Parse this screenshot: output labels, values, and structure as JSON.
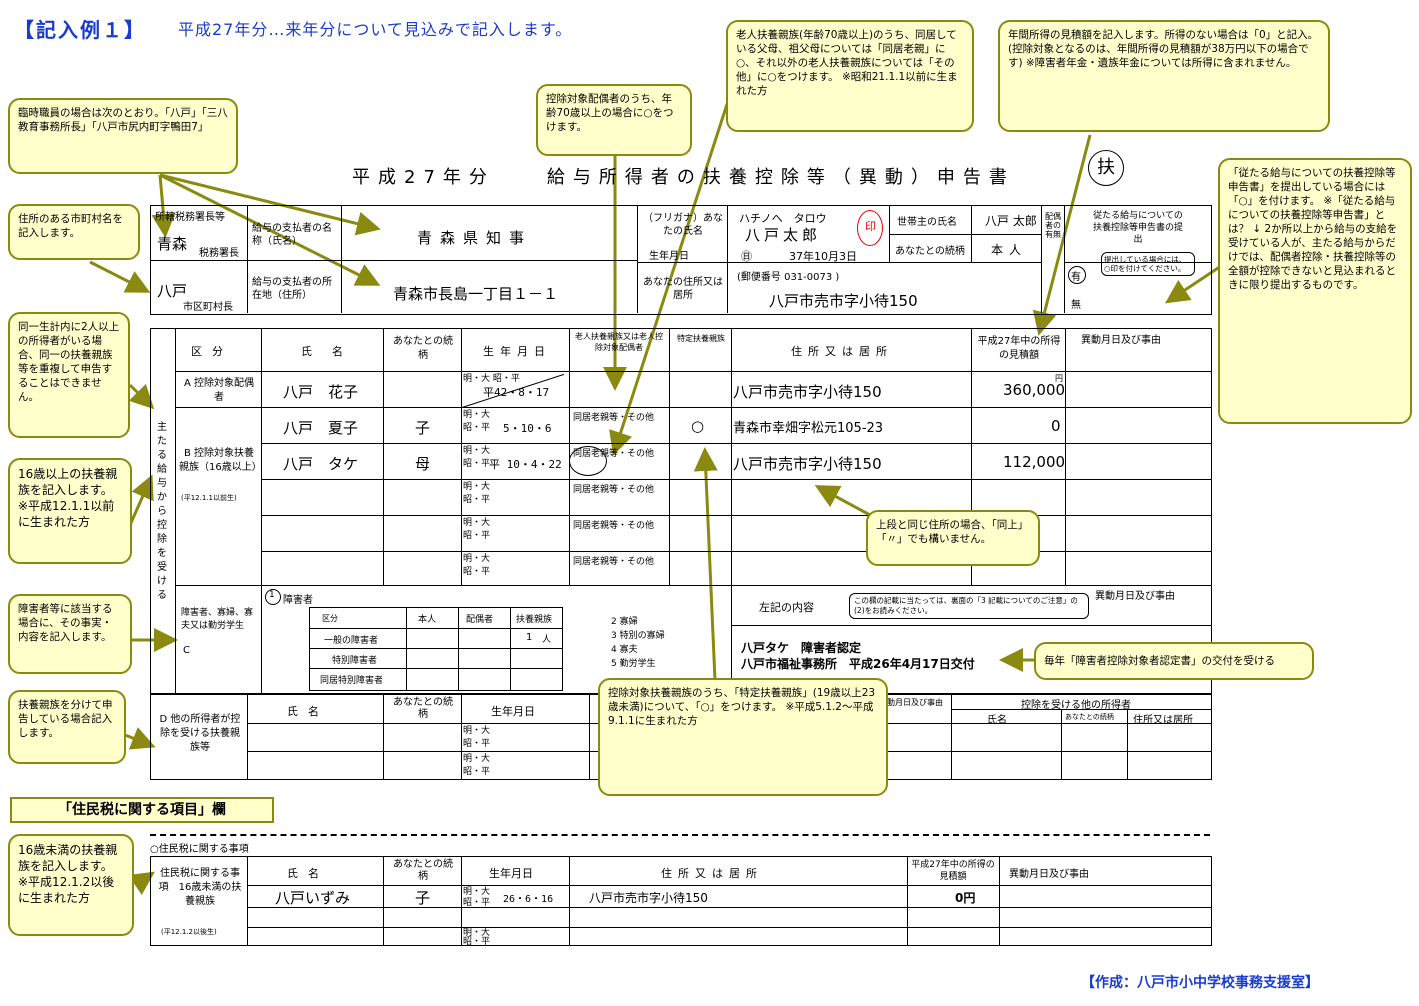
{
  "header": {
    "title": "【記入例１】",
    "subtitle": "平成27年分…来年分について見込みで記入します。"
  },
  "credit": "【作成：八戸市小中学校事務支援室】",
  "form": {
    "title": "平成27年分　　給与所得者の扶養控除等（異動）申告書",
    "fu_mark": "扶",
    "tax_office_label": "所轄税務署長等",
    "tax_office": "青森",
    "tax_office_suffix": "税務署長",
    "city": "八戸",
    "city_suffix": "市区町村長",
    "payer_name_label": "給与の支払者の名称（氏名）",
    "payer_name": "青森県知事",
    "payer_addr_label": "給与の支払者の所在地（住所）",
    "payer_addr": "青森市長島一丁目１－１",
    "furigana_label": "（フリガナ）あなたの氏名",
    "furigana": "ハチノヘ　タロウ",
    "name": "八戸太郎",
    "seal": "印",
    "birth_label": "生年月日",
    "birth": "37年10月3日",
    "addr_label": "あなたの住所又は居所",
    "postal": "(郵便番号 031-0073 )",
    "addr": "八戸市売市字小待150",
    "householder_label": "世帯主の氏名",
    "householder": "八戸 太郎",
    "relation_label": "あなたとの続柄",
    "relation": "本人",
    "spouse_label": "配偶者の有無",
    "spouse_yes": "有",
    "spouse_no": "無",
    "other_label": "従たる給与についての扶養控除等申告書の提出",
    "other_note": "提出している場合には、○印を付けてください。",
    "cols": [
      "区分",
      "氏名",
      "あなたとの続柄",
      "生年月日",
      "老人扶養親族又は老人控除対象配偶者",
      "特定扶養親族",
      "住所又は居所",
      "平成27年中の所得の見積額",
      "異動月日及び事由"
    ],
    "yen": "円",
    "side_label": "主たる給与から控除を受ける",
    "cat_a": "A 控除対象配偶者",
    "cat_b": "B 控除対象扶養親族（16歳以上）",
    "cat_b_note": "(平12.1.1以前生)",
    "rows": [
      {
        "name": "八戸　花子",
        "rel": "",
        "birth": "平42・8・17",
        "old": "",
        "special": "",
        "addr": "八戸市売市字小待150",
        "income": "360,000"
      },
      {
        "name": "八戸　夏子",
        "rel": "子",
        "birth": "5・10・6",
        "old": "同居老親等・その他",
        "special": "○",
        "addr": "青森市幸畑字松元105-23",
        "income": "0"
      },
      {
        "name": "八戸　タケ",
        "rel": "母",
        "birth": "平 10・4・22",
        "old": "同居老親等・その他",
        "special": "",
        "addr": "八戸市売市字小待150",
        "income": "112,000"
      }
    ],
    "era": "明・大 昭・平",
    "old_opt": "同居老親等・その他",
    "c_label": "障害者、寡婦、寡夫又は勤労学生",
    "c_letter": "C",
    "disabled_head": "障害者",
    "dis_table": {
      "kubun": "区分",
      "col_self": "本人",
      "col_spouse": "配偶者",
      "col_dep": "扶養親族",
      "rows": [
        "一般の障害者",
        "特別障害者",
        "同居特別障害者"
      ],
      "dep_count": "1",
      "unit": "人"
    },
    "widow": [
      "2 寡婦",
      "3 特別の寡婦",
      "4 寡夫",
      "5 勤労学生"
    ],
    "left_content_label": "左記の内容",
    "left_content_note": "この欄の記載に当たっては、裏面の「3 記載についてのご注意」の(2)をお読みください。",
    "disability_text1": "八戸タケ　障害者認定",
    "disability_text2": "八戸市福祉事務所　平成26年4月17日交付",
    "d_label": "D 他の所得者が控除を受ける扶養親族等",
    "d_cols": [
      "氏名",
      "あなたとの続柄",
      "生年月日",
      "異動月日及び事由",
      "控除を受ける他の所得者",
      "氏名",
      "あなたとの続柄",
      "住所又は居所"
    ],
    "jumin_section": "「住民税に関する項目」欄",
    "jumin_head": "○住民税に関する事項",
    "jumin_label": "住民税に関する事項　16歳未満の扶養親族",
    "jumin_note": "(平12.1.2以後生)",
    "jumin_row": {
      "name": "八戸いずみ",
      "rel": "子",
      "birth": "26・6・16",
      "addr": "八戸市売市字小待150",
      "income": "0円"
    }
  },
  "callouts": {
    "c1": "臨時職員の場合は次のとおり。「八戸」「三八教育事務所長」「八戸市尻内町字鴨田7」",
    "c2": "住所のある市町村名を記入します。",
    "c3": "同一生計内に2人以上の所得者がいる場合、同一の扶養親族等を重複して申告することはできません。",
    "c4": "16歳以上の扶養親族を記入します。 ※平成12.1.1以前に生まれた方",
    "c5": "障害者等に該当する場合に、その事実・内容を記入します。",
    "c6": "扶養親族を分けて申告している場合記入します。",
    "c7": "控除対象配偶者のうち、年齢70歳以上の場合に○をつけます。",
    "c8": "老人扶養親族(年齢70歳以上)のうち、同居している父母、祖父母については「同居老親」に○、それ以外の老人扶養親族については「その他」に○をつけます。 ※昭和21.1.1以前に生まれた方",
    "c9": "年間所得の見積額を記入します。所得のない場合は「0」と記入。(控除対象となるのは、年間所得の見積額が38万円以下の場合です) ※障害者年金・遺族年金については所得に含まれません。",
    "c10": "「従たる給与についての扶養控除等申告書」を提出している場合には「○」を付けます。 ※「従たる給与についての扶養控除等申告書」とは？ ↓ 2か所以上から給与の支給を受けている人が、主たる給与からだけでは、配偶者控除・扶養控除等の全額が控除できないと見込まれるときに限り提出するものです。",
    "c11": "上段と同じ住所の場合、「同上」「〃」でも構いません。",
    "c12": "毎年「障害者控除対象者認定書」の交付を受ける",
    "c13": "控除対象扶養親族のうち、「特定扶養親族」(19歳以上23歳未満)について、「○」をつけます。 ※平成5.1.2～平成9.1.1に生まれた方",
    "c14": "16歳未満の扶養親族を記入します。 ※平成12.1.2以後に生まれた方"
  },
  "colors": {
    "accent": "#1a3ccc",
    "callout_bg": "#ffffcc",
    "arrow": "#8a8a10"
  }
}
